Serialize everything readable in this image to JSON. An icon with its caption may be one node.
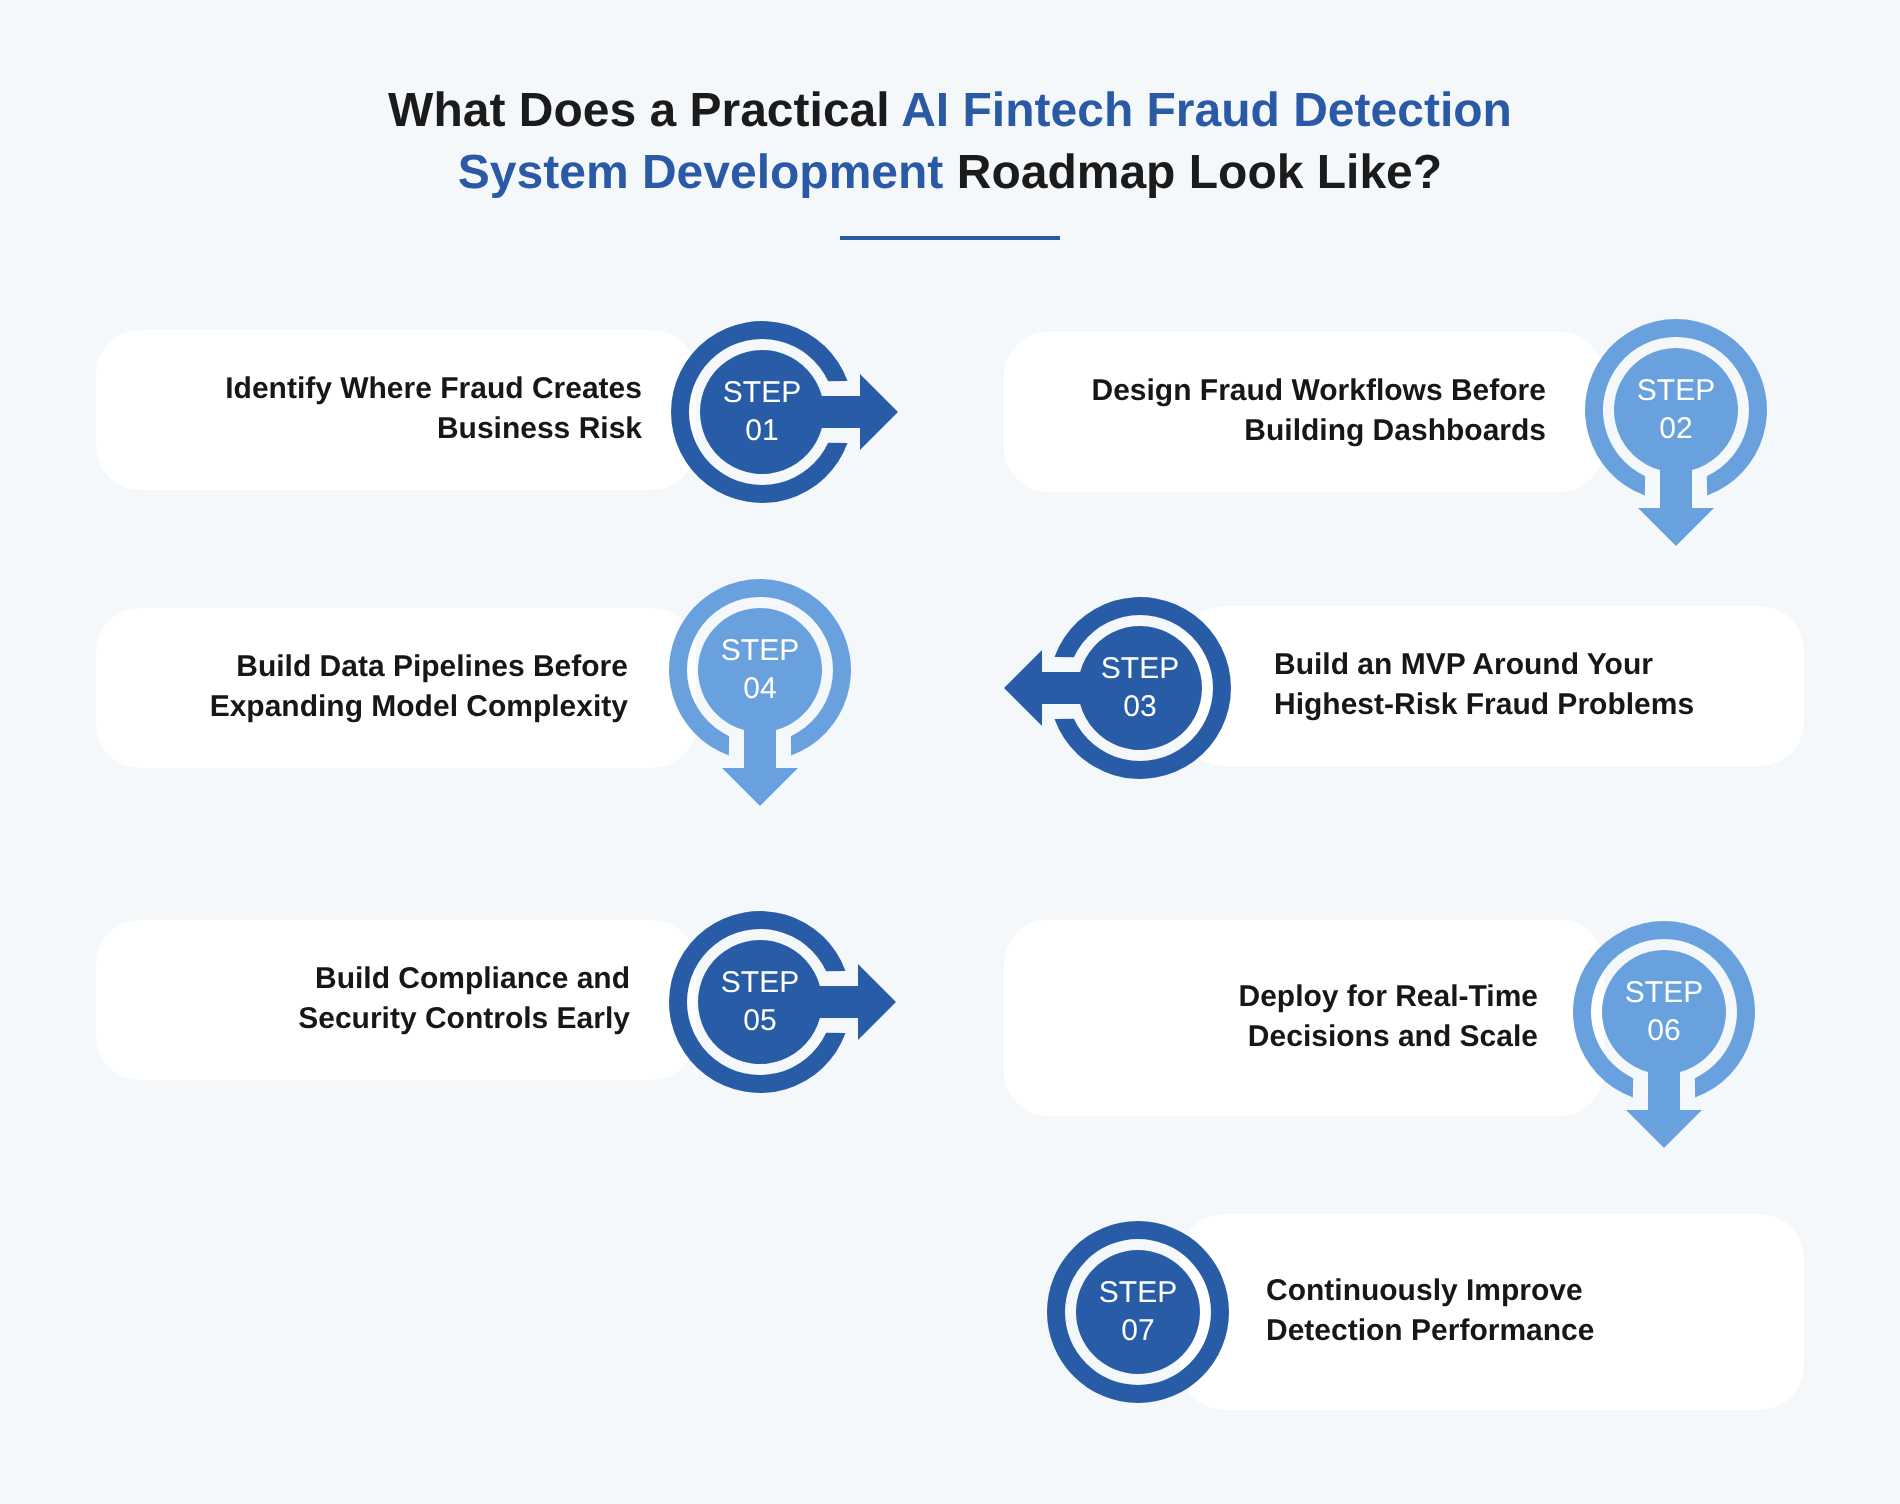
{
  "diagram": {
    "title": "What Does a Practical **AI Fintech Fraud Detection System Development** Roadmap Look Like?",
    "nodes": [
      {
        "text": [
          "STEP 01"
        ]
      },
      {
        "text": [
          "Identify Where Fraud Creates Business Risk"
        ]
      },
      {
        "text": [
          "STEP 02"
        ]
      },
      {
        "text": [
          "Design Fraud Workflows Before Building Dashboards"
        ]
      },
      {
        "text": [
          "STEP 03"
        ]
      },
      {
        "text": [
          "Build an MVP Around Your Highest-Risk Fraud Problems"
        ]
      },
      {
        "text": [
          "STEP 04"
        ]
      },
      {
        "text": [
          "Build Data Pipelines Before Expanding Model Complexity"
        ]
      },
      {
        "text": [
          "STEP 05"
        ]
      },
      {
        "text": [
          "Build Compliance and Security Controls Early"
        ]
      },
      {
        "text": [
          "STEP 06"
        ]
      },
      {
        "text": [
          "Deploy for Real-Time Decisions and Scale"
        ]
      },
      {
        "text": [
          "STEP 07"
        ]
      },
      {
        "text": [
          "Continuously Improve Detection Performance"
        ]
      }
    ],
    "edges": [
      {
        "from": 0,
        "to": null,
        "arrow": "to"
      },
      {
        "from": 2,
        "to": null,
        "arrow": "to",
        "color": "#69a1de"
      },
      {
        "from": 4,
        "to": null,
        "arrow": "to"
      },
      {
        "from": 6,
        "to": null,
        "arrow": "to",
        "color": "#69a1de"
      },
      {
        "from": 8,
        "to": null,
        "arrow": "to"
      },
      {
        "from": 10,
        "to": null,
        "arrow": "to",
        "color": "#69a1de"
      }
    ]
  }
}
